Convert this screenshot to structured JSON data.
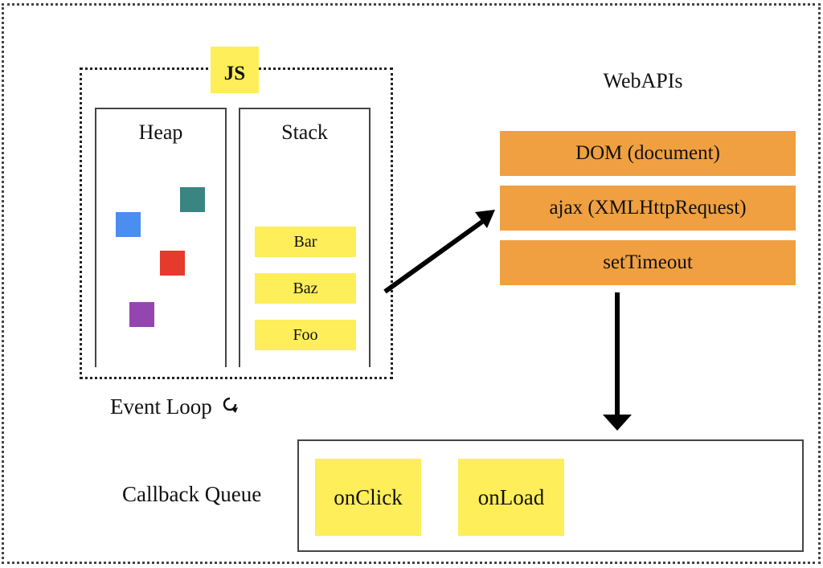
{
  "js_engine": {
    "badge": "JS",
    "heap": {
      "title": "Heap",
      "objects": [
        {
          "name": "teal-object",
          "color": "#3a8582"
        },
        {
          "name": "blue-object",
          "color": "#4a8ef0"
        },
        {
          "name": "red-object",
          "color": "#e53a2c"
        },
        {
          "name": "purple-object",
          "color": "#9545b0"
        }
      ]
    },
    "stack": {
      "title": "Stack",
      "frames": [
        "Bar",
        "Baz",
        "Foo"
      ]
    }
  },
  "event_loop": {
    "label": "Event Loop",
    "icon": "refresh-icon"
  },
  "web_apis": {
    "title": "WebAPIs",
    "items": [
      "DOM (document)",
      "ajax (XMLHttpRequest)",
      "setTimeout"
    ]
  },
  "callback_queue": {
    "label": "Callback Queue",
    "items": [
      "onClick",
      "onLoad"
    ]
  },
  "colors": {
    "yellow": "#fdee5a",
    "orange": "#f0a040",
    "border": "#444444"
  }
}
